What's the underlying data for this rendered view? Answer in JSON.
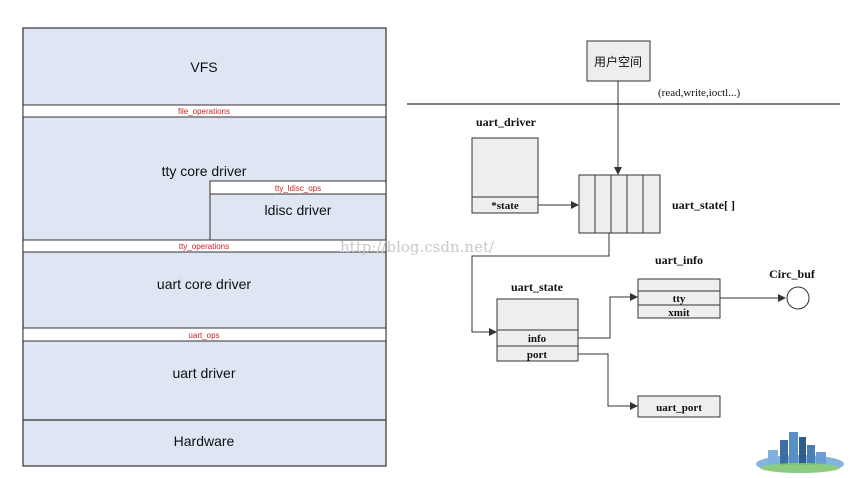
{
  "left_stack": {
    "vfs": "VFS",
    "file_operations": "file_operations",
    "tty_core_driver": "tty core driver",
    "tty_ldisc_ops": "tty_ldisc_ops",
    "ldisc_driver": "ldisc driver",
    "tty_operations": "tty_operations",
    "uart_core_driver": "uart core driver",
    "uart_ops": "uart_ops",
    "uart_driver": "uart driver",
    "hardware": "Hardware"
  },
  "right_diagram": {
    "user_space": "用户空间",
    "syscalls": "(read,write,ioctl...)",
    "uart_driver_title": "uart_driver",
    "state_field": "*state",
    "uart_state_array": "uart_state[ ]",
    "uart_state_title": "uart_state",
    "info_field": "info",
    "port_field": "port",
    "uart_info_title": "uart_info",
    "tty_field": "tty",
    "xmit_field": "xmit",
    "circ_buf": "Circ_buf",
    "uart_port": "uart_port"
  },
  "watermark": "http://blog.csdn.net/",
  "colors": {
    "layer_fill": "#dde6f2",
    "border": "#333333",
    "interface_text": "#cc2222",
    "box_fill": "#eeeeee"
  }
}
